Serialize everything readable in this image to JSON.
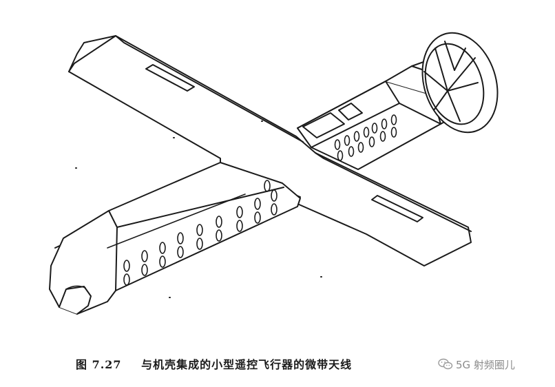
{
  "figure": {
    "icon": "uav-drawing"
  },
  "caption": {
    "figure_number": "图 7.27",
    "text": "与机壳集成的小型遥控飞行器的微带天线"
  },
  "watermark": {
    "icon": "wechat-icon",
    "text": "5G 射频圈儿"
  }
}
